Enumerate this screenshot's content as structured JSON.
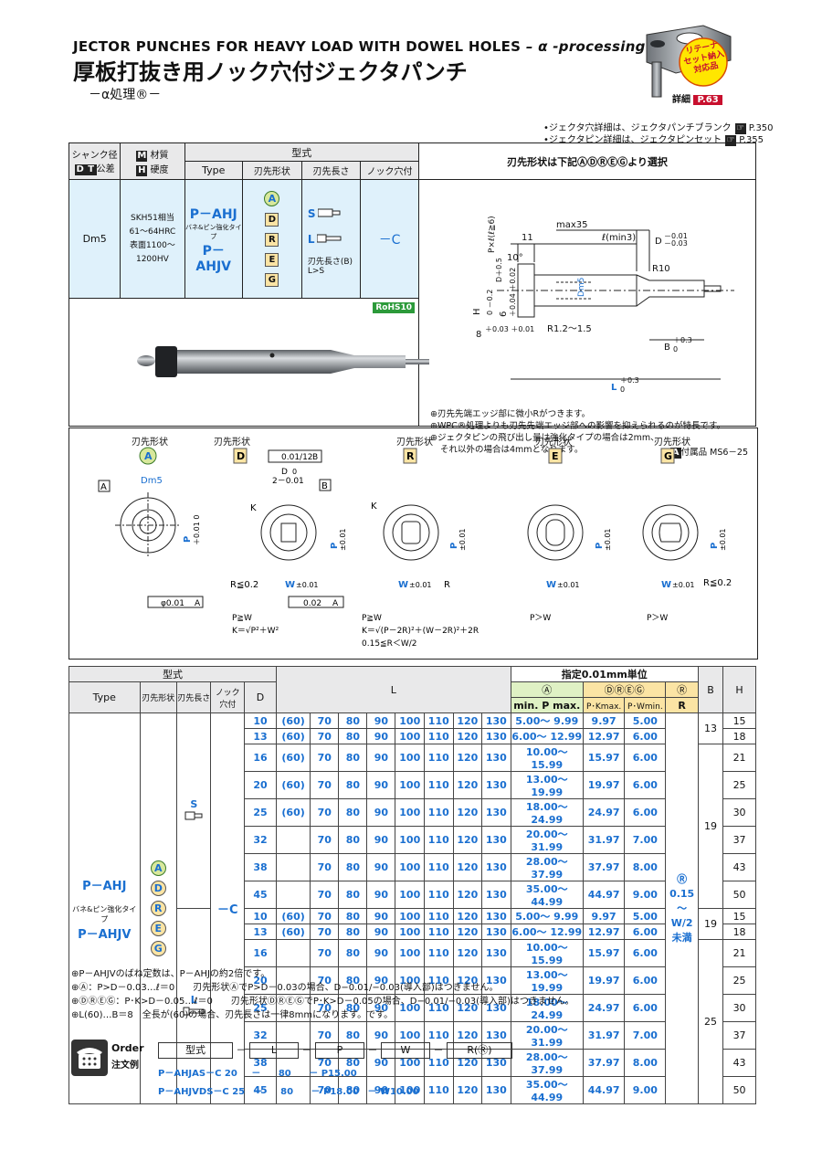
{
  "header": {
    "title_en": "JECTOR PUNCHES FOR HEAVY LOAD WITH DOWEL HOLES",
    "title_en_suffix": "– α -processing®–",
    "title_jp": "厚板打抜き用ノック穴付ジェクタパンチ",
    "title_sub": "－α処理®－",
    "badge_text": "リテーナ\nセット納入\n対応品",
    "badge_detail": "詳細",
    "badge_page": "P.63"
  },
  "refs": [
    {
      "text": "•ジェクタ穴詳細は、ジェクタパンチブランク",
      "page": "P.350"
    },
    {
      "text": "•ジェクタピン詳細は、ジェクタピンセット",
      "page": "P.355"
    }
  ],
  "spec": {
    "col_shank": "シャンク径",
    "col_tol": "公差",
    "col_material": "材質",
    "col_hardness": "硬度",
    "col_model": "型式",
    "col_type": "Type",
    "col_tipshape": "刃先形状",
    "col_tiplen": "刃先長さ",
    "col_dowel": "ノック穴付",
    "shank_val": "Dm5",
    "mat1": "SKH51相当",
    "mat2": "61～64HRC",
    "mat3": "表面1100～1200HV",
    "type1": "P－AHJ",
    "type_note": "バネ&ピン強化タイプ",
    "type2": "P－AHJV",
    "shapes": [
      "A",
      "D",
      "R",
      "E",
      "G"
    ],
    "len_s": "S",
    "len_l": "L",
    "len_note1": "刃先長さ(B)",
    "len_note2": "L>S",
    "dowel_val": "－C",
    "rohs": "RoHS10",
    "select_title": "刃先形状は下記ⒶⒹⓇⒺⒼより選択"
  },
  "drawing": {
    "max35": "max35",
    "lmin3": "ℓ(min3)",
    "d_tol": "D",
    "d_tol_up": "－0.01",
    "d_tol_lo": "－0.03",
    "dim11": "11",
    "deg10": "10°",
    "r10": "R10",
    "r12": "R1.2～1.5",
    "b": "B",
    "b_tol": "＋0.3",
    "b_tol_lo": "0",
    "l": "L",
    "l_tol": "＋0.3",
    "l_tol_lo": "0",
    "dm5": "Dm5",
    "h": "H",
    "h_tol": "0 －0.2",
    "dim8": "8",
    "dim8_tol": "＋0.03 ＋0.01",
    "dim6": "6",
    "dim6_tol": "＋0.04 ＋0.02",
    "dim_d05": "D＋0.5",
    "p_l6": "P×ℓ(ℓ≧6)",
    "notes": [
      "刃先先端エッジ部に微小Rがつきます。",
      "WPC®処理よりも刃先先端エッジ部への影響を抑えられるのが特長です。",
      "ジェクタピンの飛び出し量は強化タイプの場合は2mm、",
      "それ以外の場合は4mmとなります。"
    ],
    "accessory": "付属品 MS6－25"
  },
  "shapes_section": {
    "label": "刃先形状",
    "A": {
      "name": "A",
      "dm5": "Dm5",
      "a": "A",
      "p": "P",
      "p_tol": "＋0.01 0",
      "gdt": "φ0.01",
      "gdt_ref": "A"
    },
    "D": {
      "name": "D",
      "para": "0.01/12",
      "para_ref": "B",
      "d": "D",
      "d_tol": "0",
      "d2": "2－0.01",
      "k": "K",
      "p": "P",
      "p_tol": "±0.01",
      "r": "R≦0.2",
      "w": "W",
      "w_tol": "±0.01",
      "b": "B",
      "gdt2": "0.02",
      "gdt2_ref": "A",
      "f1": "P≧W",
      "f2": "K＝√P²＋W²"
    },
    "R": {
      "name": "R",
      "k": "K",
      "p": "P",
      "p_tol": "±0.01",
      "w": "W",
      "w_tol": "±0.01",
      "r": "R",
      "f1": "P≧W",
      "f2": "K＝√(P－2R)²＋(W－2R)²＋2R",
      "f3": "0.15≦R＜W/2"
    },
    "E": {
      "name": "E",
      "p": "P",
      "p_tol": "±0.01",
      "w": "W",
      "w_tol": "±0.01",
      "f1": "P＞W"
    },
    "G": {
      "name": "G",
      "p": "P",
      "p_tol": "±0.01",
      "w": "W",
      "w_tol": "±0.01",
      "r": "R≦0.2",
      "f1": "P＞W"
    }
  },
  "table": {
    "h_model": "型式",
    "h_type": "Type",
    "h_shape": "刃先形状",
    "h_len": "刃先長さ",
    "h_dowel": "ノック穴付",
    "h_d": "D",
    "h_l": "L",
    "h_unit": "指定0.01mm単位",
    "h_a": "Ⓐ",
    "h_dreg": "ⒹⓇⒺⒼ",
    "h_r": "Ⓡ",
    "h_minmax": "min.  P  max.",
    "h_pk": "P･Kmax.",
    "h_pw": "P･Wmin.",
    "h_rr": "R",
    "h_b": "B",
    "h_h": "H",
    "type1": "P－AHJ",
    "type_note": "バネ&ピン強化タイプ",
    "type2": "P－AHJV",
    "len_s": "S",
    "len_l": "L",
    "dowel": "－C",
    "r_range": "Ⓡ 0.15 ～ W/2 未満",
    "rows": [
      {
        "d": "10",
        "l60": "(60)",
        "p": "5.00～ 9.99",
        "pk": "9.97",
        "pw": "5.00"
      },
      {
        "d": "13",
        "l60": "(60)",
        "p": "6.00～ 12.99",
        "pk": "12.97",
        "pw": "6.00"
      },
      {
        "d": "16",
        "l60": "(60)",
        "p": "10.00～ 15.99",
        "pk": "15.97",
        "pw": "6.00"
      },
      {
        "d": "20",
        "l60": "(60)",
        "p": "13.00～ 19.99",
        "pk": "19.97",
        "pw": "6.00"
      },
      {
        "d": "25",
        "l60": "(60)",
        "p": "18.00～ 24.99",
        "pk": "24.97",
        "pw": "6.00"
      },
      {
        "d": "32",
        "l60": "",
        "p": "20.00～ 31.99",
        "pk": "31.97",
        "pw": "7.00"
      },
      {
        "d": "38",
        "l60": "",
        "p": "28.00～ 37.99",
        "pk": "37.97",
        "pw": "8.00"
      },
      {
        "d": "45",
        "l60": "",
        "p": "35.00～ 44.99",
        "pk": "44.97",
        "pw": "9.00"
      },
      {
        "d": "10",
        "l60": "(60)",
        "p": "5.00～ 9.99",
        "pk": "9.97",
        "pw": "5.00"
      },
      {
        "d": "13",
        "l60": "(60)",
        "p": "6.00～ 12.99",
        "pk": "12.97",
        "pw": "6.00"
      },
      {
        "d": "16",
        "l60": "",
        "p": "10.00～ 15.99",
        "pk": "15.97",
        "pw": "6.00"
      },
      {
        "d": "20",
        "l60": "",
        "p": "13.00～ 19.99",
        "pk": "19.97",
        "pw": "6.00"
      },
      {
        "d": "25",
        "l60": "",
        "p": "18.00～ 24.99",
        "pk": "24.97",
        "pw": "6.00"
      },
      {
        "d": "32",
        "l60": "",
        "p": "20.00～ 31.99",
        "pk": "31.97",
        "pw": "7.00"
      },
      {
        "d": "38",
        "l60": "",
        "p": "28.00～ 37.99",
        "pk": "37.97",
        "pw": "8.00"
      },
      {
        "d": "45",
        "l60": "",
        "p": "35.00～ 44.99",
        "pk": "44.97",
        "pw": "9.00"
      }
    ],
    "l_values": [
      "70",
      "80",
      "90",
      "100",
      "110",
      "120",
      "130"
    ],
    "b_groups": [
      {
        "b": "13",
        "span": 2
      },
      {
        "b": "19",
        "span": 6
      },
      {
        "b": "19",
        "span": 2
      },
      {
        "b": "25",
        "span": 6
      }
    ],
    "h_values": [
      "15",
      "18",
      "21",
      "25",
      "30",
      "37",
      "43",
      "50",
      "15",
      "18",
      "21",
      "25",
      "30",
      "37",
      "43",
      "50"
    ]
  },
  "footnotes": [
    "P－AHJVのばね定数は、P－AHJの約2倍です。",
    "Ⓐ：P>D－0.03…ℓ＝0　　刃先形状ⒶでP>D－0.03の場合、D−0.01/−0.03(導入部)はつきません。",
    "ⒹⓇⒺⒼ：P･K>D－0.05…ℓ＝0　　刃先形状ⒹⓇⒺⒼでP･K>D－0.05の場合、D−0.01/−0.03(導入部)はつきません。",
    "L(60)…B＝8　全長が(60)の場合、刃先長さは一律8mmになります。です。"
  ],
  "order": {
    "label_en": "Order",
    "label_jp": "注文例",
    "fields": [
      "型式",
      "L",
      "P",
      "W",
      "R(Ⓡ)"
    ],
    "ex1": [
      "P－AHJAS－C 20",
      "80",
      "P15.00"
    ],
    "ex2": [
      "P－AHJVDS－C 25",
      "80",
      "P18.00",
      "W10.00"
    ]
  }
}
